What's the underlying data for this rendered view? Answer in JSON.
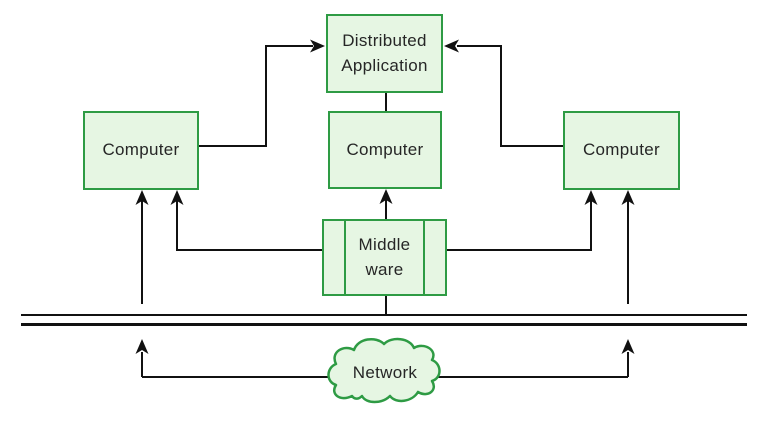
{
  "diagram": {
    "nodes": {
      "distributed_application": {
        "label": "Distributed Application"
      },
      "computer_left": {
        "label": "Computer"
      },
      "computer_center": {
        "label": "Computer"
      },
      "computer_right": {
        "label": "Computer"
      },
      "middleware": {
        "label": "Middle ware"
      },
      "network": {
        "label": "Network"
      }
    },
    "edges": [
      {
        "from": "computer_left",
        "to": "distributed_application",
        "arrow": true
      },
      {
        "from": "computer_right",
        "to": "distributed_application",
        "arrow": true
      },
      {
        "from": "distributed_application",
        "to": "computer_center",
        "arrow": false
      },
      {
        "from": "middleware",
        "to": "computer_center",
        "arrow": true
      },
      {
        "from": "middleware",
        "to": "computer_left",
        "arrow": true
      },
      {
        "from": "middleware",
        "to": "computer_right",
        "arrow": true
      },
      {
        "from": "middleware",
        "to": "bus",
        "arrow": false
      },
      {
        "from": "bus",
        "to": "computer_left",
        "arrow": true
      },
      {
        "from": "bus",
        "to": "computer_right",
        "arrow": true
      },
      {
        "from": "network",
        "to": "bus",
        "side": "left",
        "arrow": true
      },
      {
        "from": "network",
        "to": "bus",
        "side": "right",
        "arrow": true
      }
    ],
    "colors": {
      "node_fill": "#e6f6e3",
      "node_border": "#2e9b44",
      "connector_line": "#111111",
      "text": "#262626",
      "background": "#ffffff"
    }
  }
}
